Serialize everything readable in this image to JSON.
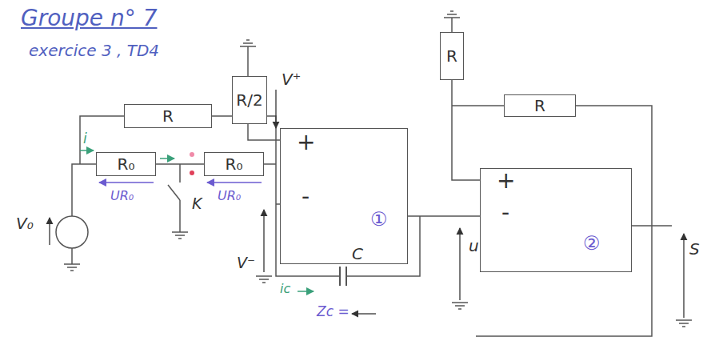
{
  "diagram": {
    "title": "Groupe n° 7",
    "nodes": [
      {
        "text": [
          "R/2"
        ]
      },
      {
        "text": [
          "R"
        ]
      },
      {
        "text": [
          "R"
        ]
      },
      {
        "text": [
          "R"
        ]
      },
      {
        "text": [
          "R₀"
        ]
      },
      {
        "text": [
          "R₀"
        ]
      },
      {
        "text": [
          "+",
          "-",
          "①"
        ]
      },
      {
        "text": [
          "+",
          "-",
          "②"
        ]
      }
    ],
    "edges": [
      {
        "from": 4,
        "to": 5,
        "arrow": "none"
      },
      {
        "from": 6,
        "to": 7,
        "arrow": "none"
      }
    ],
    "labels": [
      "exercice 3 , TD4",
      "V⁺",
      "i",
      "UR₀",
      "UR₀",
      "K",
      "V₀",
      "V⁻",
      "ic",
      "C",
      "Zc =",
      "u",
      "S"
    ]
  }
}
